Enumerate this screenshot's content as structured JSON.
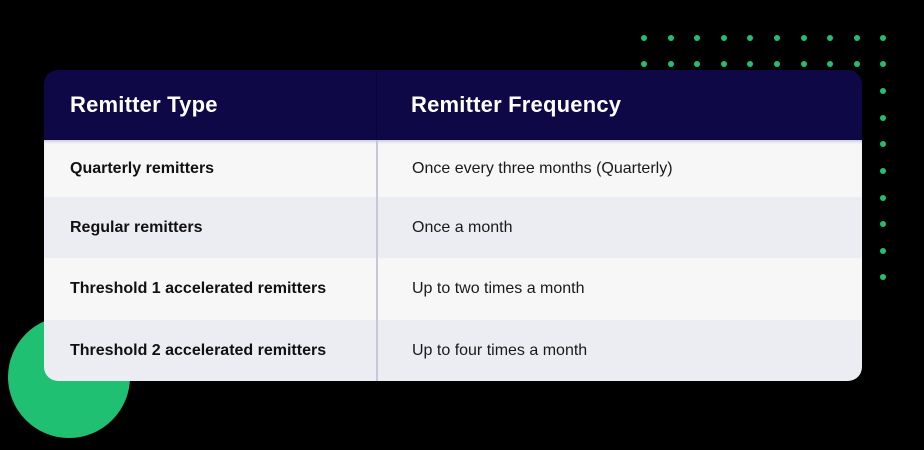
{
  "colors": {
    "background": "#000000",
    "header_bg": "#0e0847",
    "row_light": "#f7f7f8",
    "row_dark": "#ecedf2",
    "accent_green": "#20c073"
  },
  "table": {
    "headers": [
      "Remitter Type",
      "Remitter Frequency"
    ],
    "rows": [
      {
        "type": "Quarterly remitters",
        "frequency": "Once every three months (Quarterly)"
      },
      {
        "type": "Regular remitters",
        "frequency": "Once a month"
      },
      {
        "type": "Threshold 1 accelerated remitters",
        "frequency": "Up to two times a month"
      },
      {
        "type": "Threshold 2 accelerated remitters",
        "frequency": "Up to four times a month"
      }
    ]
  },
  "decorations": {
    "dot_grid": "green-dot-pattern",
    "circle": "green-circle"
  }
}
